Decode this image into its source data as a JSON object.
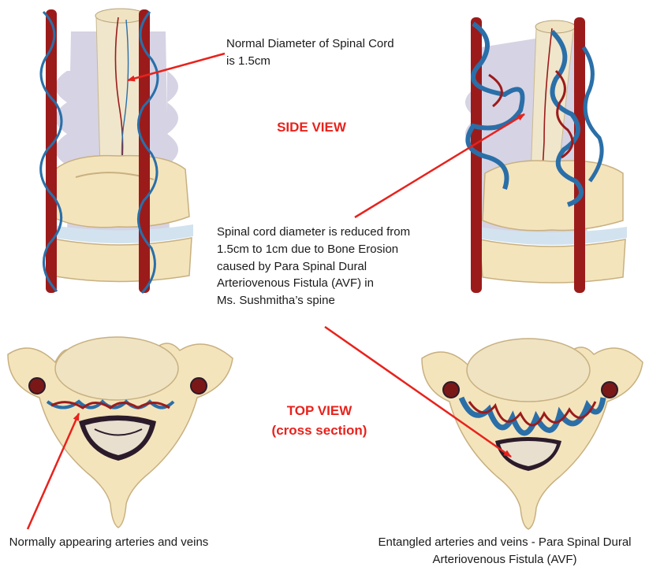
{
  "labels": {
    "normal_diameter": "Normal Diameter of Spinal Cord is 1.5cm",
    "side_view": "SIDE VIEW",
    "reduced_diameter": [
      "Spinal cord diameter is reduced from",
      "1.5cm to 1cm due to Bone Erosion",
      "caused by Para Spinal Dural",
      "Arteriovenous Fistula (AVF) in",
      "Ms. Sushmitha’s spine"
    ],
    "top_view": "TOP VIEW",
    "cross_section": "(cross section)",
    "normal_vessels": "Normally appearing arteries and veins",
    "avf_vessels": "Entangled arteries and veins - Para Spinal Dural Arteriovenous Fistula (AVF)"
  },
  "colors": {
    "bone": "#f4e4bc",
    "bone_outline": "#c8b080",
    "cord": "#f0e6cc",
    "dura": "#d6d3e4",
    "artery": "#9b1b1b",
    "vein": "#2a6fa8",
    "arrow": "#e8221c",
    "disc": "#d2e3ef"
  }
}
